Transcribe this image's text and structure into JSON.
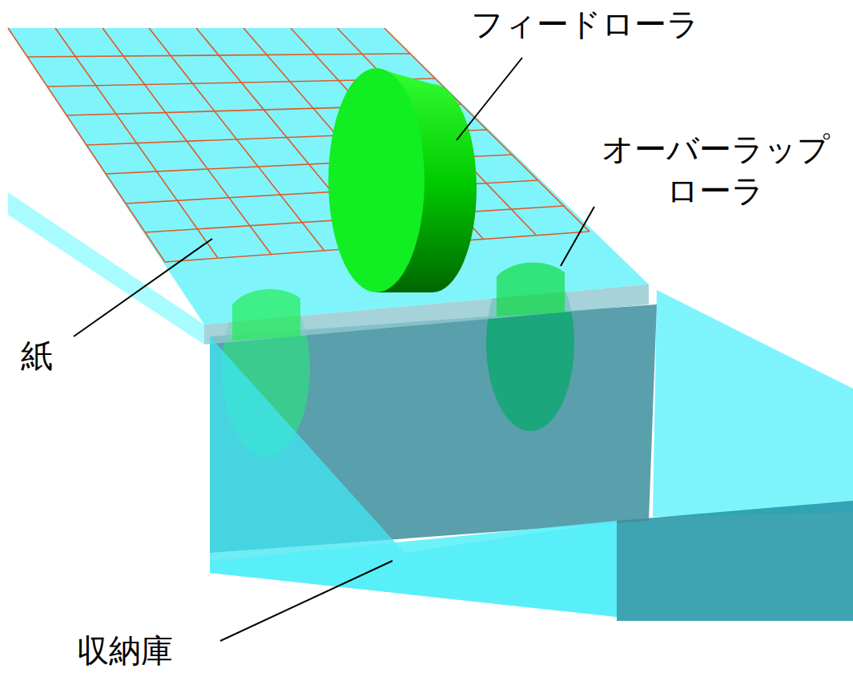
{
  "diagram": {
    "labels": [
      "フィードローラ",
      "オーバーラップ ローラ",
      "紙",
      "収納庫"
    ]
  }
}
